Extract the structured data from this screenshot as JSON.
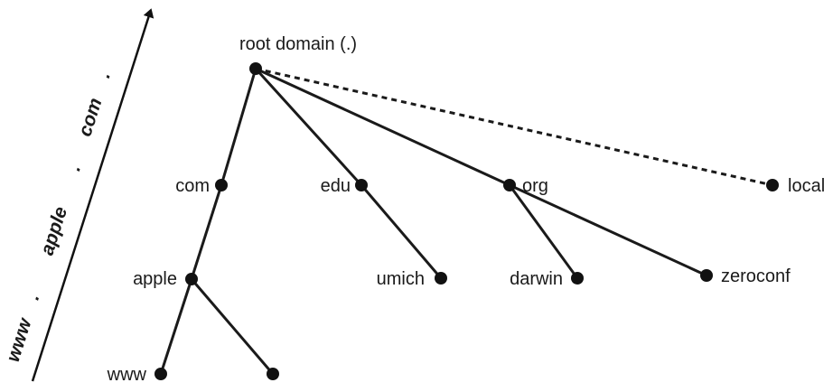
{
  "nodes": {
    "root": "root domain (.)",
    "com": "com",
    "edu": "edu",
    "org": "org",
    "local": "local",
    "apple": "apple",
    "umich": "umich",
    "darwin": "darwin",
    "zeroconf": "zeroconf",
    "www": "www"
  },
  "edges": [
    {
      "from": "root",
      "to": "com",
      "style": "solid"
    },
    {
      "from": "root",
      "to": "edu",
      "style": "solid"
    },
    {
      "from": "root",
      "to": "org",
      "style": "solid"
    },
    {
      "from": "root",
      "to": "local",
      "style": "dashed"
    },
    {
      "from": "com",
      "to": "apple",
      "style": "solid"
    },
    {
      "from": "edu",
      "to": "umich",
      "style": "solid"
    },
    {
      "from": "org",
      "to": "darwin",
      "style": "solid"
    },
    {
      "from": "org",
      "to": "zeroconf",
      "style": "solid"
    },
    {
      "from": "apple",
      "to": "www",
      "style": "solid"
    },
    {
      "from": "apple",
      "to": "unlabeled",
      "style": "solid"
    }
  ],
  "axis": {
    "parts": [
      "www",
      ".",
      "apple",
      ".",
      "com",
      "."
    ]
  }
}
